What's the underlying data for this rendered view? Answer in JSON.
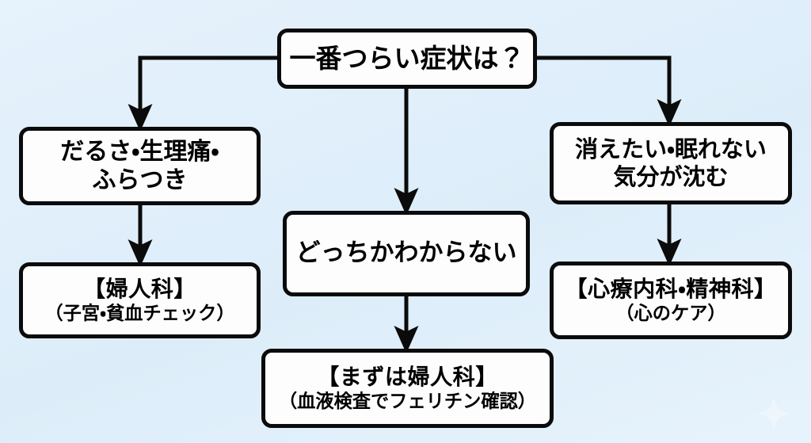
{
  "diagram": {
    "type": "flowchart",
    "background_color": "#e3f1fb",
    "node_fill_color": "#fdfdfd",
    "node_border_color": "#0b0b0b",
    "watermark": "sparkle-icon",
    "root": {
      "id": "root",
      "text": "一番つらい症状は？"
    },
    "branches": [
      {
        "id": "left",
        "symptom": {
          "line1": "だるさ・生理痛・",
          "line2": "ふらつき"
        },
        "result": {
          "title": "【婦人科】",
          "subtitle": "（子宮・貧血チェック）"
        }
      },
      {
        "id": "middle",
        "symptom": {
          "line1": "どっちかわからない",
          "line2": ""
        },
        "result": {
          "title": "【まずは婦人科】",
          "subtitle": "（血液検査でフェリチン確認）"
        }
      },
      {
        "id": "right",
        "symptom": {
          "line1": "消えたい・眠れない",
          "line2": "気分が沈む"
        },
        "result": {
          "title": "【心療内科・精神科】",
          "subtitle": "（心のケア）"
        }
      }
    ],
    "edges": [
      {
        "id": "root-to-left",
        "from": "root",
        "to": "left-symptom",
        "style": "elbow-left"
      },
      {
        "id": "root-to-middle",
        "from": "root",
        "to": "middle-symptom",
        "style": "straight-down"
      },
      {
        "id": "root-to-right",
        "from": "root",
        "to": "right-symptom",
        "style": "elbow-right"
      },
      {
        "id": "left-symptom-to-left-result",
        "from": "left-symptom",
        "to": "left-result",
        "style": "straight-down"
      },
      {
        "id": "middle-symptom-to-middle-result",
        "from": "middle-symptom",
        "to": "middle-result",
        "style": "straight-down"
      },
      {
        "id": "right-symptom-to-right-result",
        "from": "right-symptom",
        "to": "right-result",
        "style": "straight-down"
      }
    ]
  }
}
